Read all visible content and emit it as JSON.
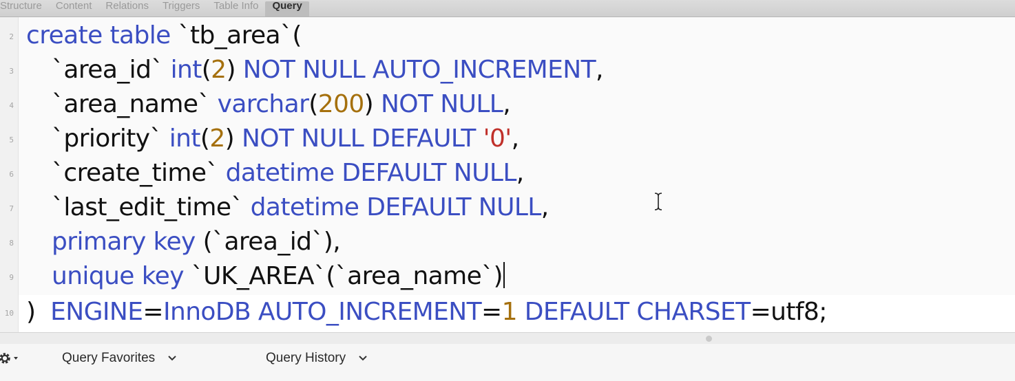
{
  "tabs": [
    {
      "label": "Structure",
      "active": false
    },
    {
      "label": "Content",
      "active": false
    },
    {
      "label": "Relations",
      "active": false
    },
    {
      "label": "Triggers",
      "active": false
    },
    {
      "label": "Table Info",
      "active": false
    },
    {
      "label": "Query",
      "active": true
    }
  ],
  "editor": {
    "line_numbers": [
      "2",
      "3",
      "4",
      "5",
      "6",
      "7",
      "8",
      "9",
      "10"
    ],
    "lines": [
      {
        "segments": [
          {
            "t": "create table ",
            "k": "kw"
          },
          {
            "t": "`tb_area`(",
            "k": "ident"
          }
        ]
      },
      {
        "segments": [
          {
            "t": "`area_id` ",
            "k": "ident"
          },
          {
            "t": "int",
            "k": "kw"
          },
          {
            "t": "(",
            "k": "punct"
          },
          {
            "t": "2",
            "k": "num"
          },
          {
            "t": ") ",
            "k": "punct"
          },
          {
            "t": "NOT NULL AUTO_INCREMENT",
            "k": "kw"
          },
          {
            "t": ",",
            "k": "punct"
          }
        ]
      },
      {
        "segments": [
          {
            "t": "`area_name` ",
            "k": "ident"
          },
          {
            "t": "varchar",
            "k": "kw"
          },
          {
            "t": "(",
            "k": "punct"
          },
          {
            "t": "200",
            "k": "num"
          },
          {
            "t": ") ",
            "k": "punct"
          },
          {
            "t": "NOT NULL",
            "k": "kw"
          },
          {
            "t": ",",
            "k": "punct"
          }
        ]
      },
      {
        "segments": [
          {
            "t": "`priority` ",
            "k": "ident"
          },
          {
            "t": "int",
            "k": "kw"
          },
          {
            "t": "(",
            "k": "punct"
          },
          {
            "t": "2",
            "k": "num"
          },
          {
            "t": ") ",
            "k": "punct"
          },
          {
            "t": "NOT NULL DEFAULT ",
            "k": "kw"
          },
          {
            "t": "'0'",
            "k": "str"
          },
          {
            "t": ",",
            "k": "punct"
          }
        ]
      },
      {
        "segments": [
          {
            "t": "`create_time` ",
            "k": "ident"
          },
          {
            "t": "datetime DEFAULT NULL",
            "k": "kw"
          },
          {
            "t": ",",
            "k": "punct"
          }
        ]
      },
      {
        "segments": [
          {
            "t": "`last_edit_time` ",
            "k": "ident"
          },
          {
            "t": "datetime DEFAULT NULL",
            "k": "kw"
          },
          {
            "t": ",",
            "k": "punct"
          }
        ]
      },
      {
        "segments": [
          {
            "t": "primary key ",
            "k": "kw"
          },
          {
            "t": "(`area_id`),",
            "k": "ident"
          }
        ]
      },
      {
        "segments": [
          {
            "t": "unique key ",
            "k": "kw"
          },
          {
            "t": "`UK_AREA`(`area_name`)",
            "k": "ident"
          }
        ]
      },
      {
        "segments": [
          {
            "t": ")  ",
            "k": "punct"
          },
          {
            "t": "ENGINE",
            "k": "kw"
          },
          {
            "t": "=",
            "k": "punct"
          },
          {
            "t": "InnoDB AUTO_INCREMENT",
            "k": "kw"
          },
          {
            "t": "=",
            "k": "punct"
          },
          {
            "t": "1",
            "k": "num"
          },
          {
            "t": " ",
            "k": "punct"
          },
          {
            "t": "DEFAULT CHARSET",
            "k": "kw"
          },
          {
            "t": "=utf8;",
            "k": "punct"
          }
        ]
      }
    ]
  },
  "toolbar": {
    "gear_icon": "gear-icon",
    "favorites_label": "Query Favorites",
    "history_label": "Query History"
  },
  "colors": {
    "keyword": "#3b4ec2",
    "number": "#a5700d",
    "string": "#c0302a",
    "identifier": "#111111"
  }
}
